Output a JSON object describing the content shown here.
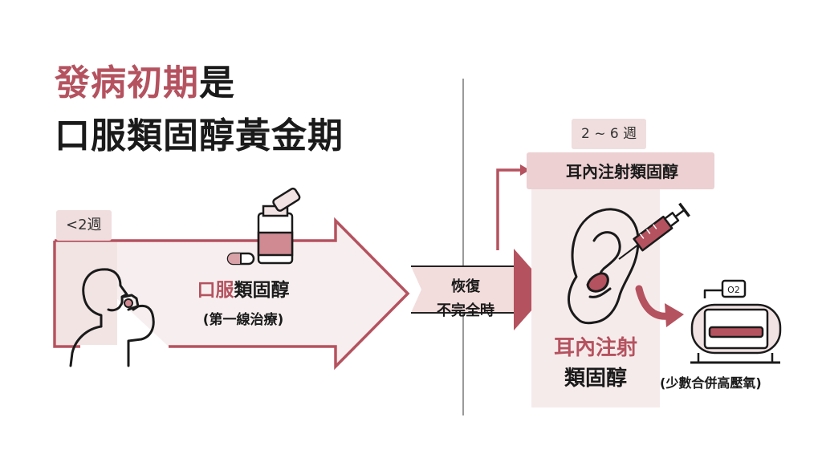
{
  "title": {
    "line1_accent": "發病初期",
    "line1_rest": "是",
    "line2": "口服類固醇黃金期"
  },
  "timing": {
    "early": "<2週",
    "late": "2 ~ 6 週"
  },
  "oral": {
    "label_accent": "口服",
    "label_rest": "類固醇",
    "sublabel": "(第一線治療)"
  },
  "transition": {
    "line1": "恢復",
    "line2": "不完全時"
  },
  "injection": {
    "box_label": "耳內注射類固醇",
    "big_line1": "耳內注射",
    "big_line2": "類固醇"
  },
  "hyperbaric": {
    "label": "(少數合併高壓氧)",
    "o2_label": "O2"
  },
  "colors": {
    "accent": "#b5525f",
    "accent_light": "#f0dede",
    "arrow_fill": "#f6eeee",
    "text": "#1a1a1a",
    "divider": "#9a9a9a"
  },
  "icons": {
    "person": "person-taking-pill-icon",
    "medicine": "medicine-bottle-icon",
    "capsule": "capsule-icon",
    "ear": "ear-icon",
    "syringe": "syringe-icon",
    "chamber": "hyperbaric-chamber-icon"
  }
}
